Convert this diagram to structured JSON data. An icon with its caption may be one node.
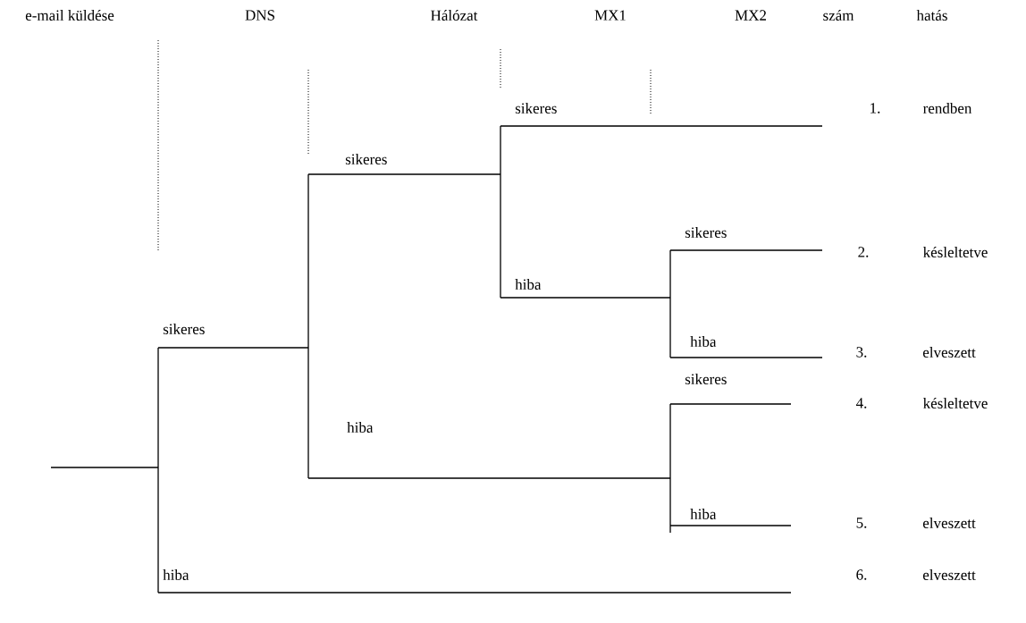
{
  "diagram": {
    "labels": [
      "e-mail küldése",
      "DNS",
      "Hálózat",
      "MX1",
      "MX2",
      "szám",
      "hatás",
      "sikeres",
      "1.",
      "rendben",
      "sikeres",
      "sikeres",
      "2.",
      "késleltetve",
      "hiba",
      "sikeres",
      "hiba",
      "3.",
      "elveszett",
      "sikeres",
      "4.",
      "késleltetve",
      "hiba",
      "hiba",
      "5.",
      "elveszett",
      "hiba",
      "6.",
      "elveszett"
    ]
  }
}
